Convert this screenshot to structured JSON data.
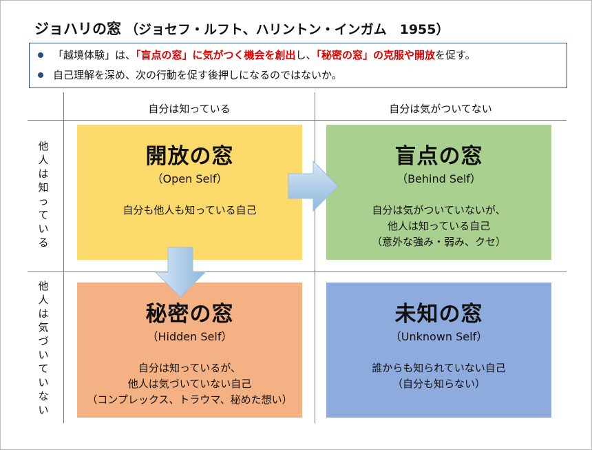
{
  "title": {
    "main": "ジョハリの窓",
    "sub": "（ジョセフ・ルフト、ハリントン・インガム　1955）"
  },
  "bullets": {
    "line1": {
      "p1": "「越境体験」は、",
      "h1": "「盲点の窓」に気がつく機会を創出",
      "p2": "し、",
      "h2": "「秘密の窓」の克服や開放",
      "p3": "を促す。"
    },
    "line2": "自己理解を深め、次の行動を促す後押しになるのではないか。"
  },
  "columns": {
    "known": "自分は知っている",
    "unaware": "自分は気がついてない"
  },
  "rows": {
    "others_know": [
      "他",
      "人",
      "は",
      "知",
      "っ",
      "て",
      "い",
      "る"
    ],
    "others_unaware": [
      "他",
      "人",
      "は",
      "気",
      "づ",
      "い",
      "て",
      "い",
      "な",
      "い"
    ]
  },
  "quadrants": {
    "open": {
      "title": "開放の窓",
      "sub": "（Open Self）",
      "desc": [
        "自分も他人も知っている自己"
      ],
      "color": "#fcd96b"
    },
    "blind": {
      "title": "盲点の窓",
      "sub": "（Behind Self）",
      "desc": [
        "自分は気がついていないが、",
        "他人は知っている自己",
        "（意外な強み・弱み、クセ）"
      ],
      "color": "#a9d08e"
    },
    "hidden": {
      "title": "秘密の窓",
      "sub": "（Hidden Self）",
      "desc": [
        "自分は知っているが、",
        "他人は気づいていない自己",
        "（コンプレックス、トラウマ、秘めた想い）"
      ],
      "color": "#f4b183"
    },
    "unknown": {
      "title": "未知の窓",
      "sub": "（Unknown Self）",
      "desc": [
        "誰からも知られていない自己",
        "（自分も知らない）"
      ],
      "color": "#8faadc"
    }
  },
  "colors": {
    "accent_red": "#e00000",
    "border_navy": "#2c4a7c",
    "arrow": "#a9cbe6"
  }
}
